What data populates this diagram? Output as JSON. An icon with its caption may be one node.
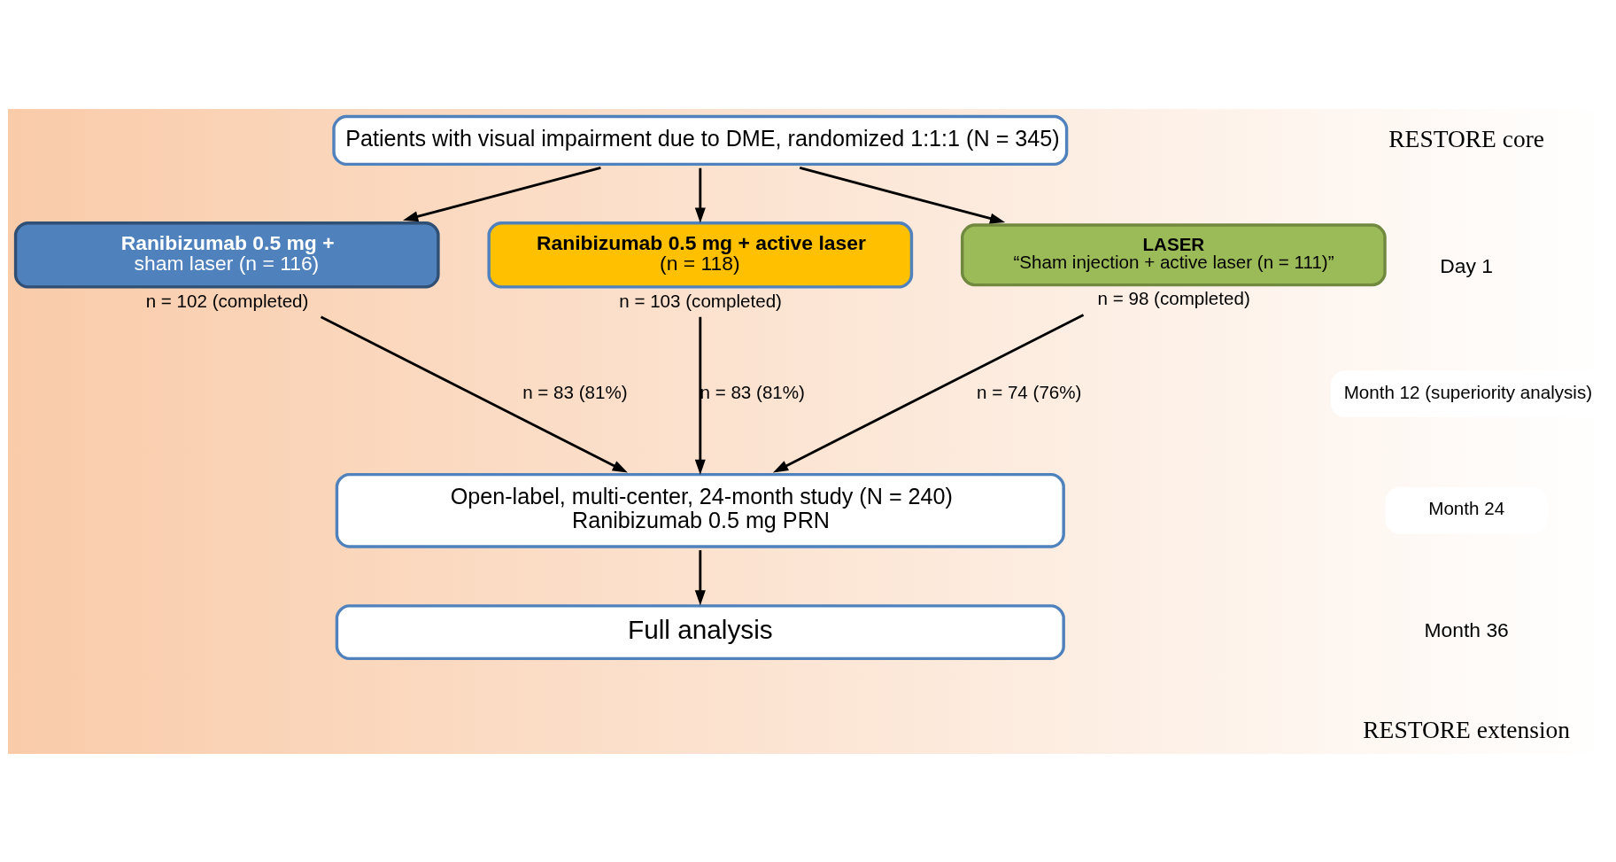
{
  "diagram": {
    "nodes": [
      {
        "text": [
          "Patients with visual impairment due to DME, randomized 1:1:1 (N = 345)"
        ]
      },
      {
        "text": [
          "Ranibizumab 0.5 mg +",
          "sham laser (n = 116)"
        ],
        "beside": [
          "n = 102 (completed)"
        ]
      },
      {
        "text": [
          "Ranibizumab 0.5 mg + active laser",
          "(n = 118)"
        ],
        "beside": [
          "n = 103 (completed)"
        ]
      },
      {
        "text": [
          "LASER",
          "“Sham injection + active laser (n = 111)”"
        ],
        "beside": [
          "n = 98 (completed)"
        ]
      },
      {
        "text": [
          "Open-label, multi-center, 24-month study (N = 240)",
          "Ranibizumab 0.5 mg PRN"
        ]
      },
      {
        "text": [
          "Full analysis"
        ]
      },
      {
        "text": [
          "Month 12 (superiority analysis)"
        ]
      },
      {
        "text": [
          "Month 24"
        ]
      }
    ],
    "edges": [
      {
        "from": 0,
        "to": 1,
        "arrow": "to"
      },
      {
        "from": 0,
        "to": 2,
        "arrow": "to"
      },
      {
        "from": 0,
        "to": 3,
        "arrow": "to"
      },
      {
        "from": 1,
        "to": 4,
        "arrow": "to",
        "label": "n = 83 (81%)"
      },
      {
        "from": 2,
        "to": 4,
        "arrow": "to",
        "label": "n = 83 (81%)"
      },
      {
        "from": 3,
        "to": 4,
        "arrow": "to",
        "label": "n = 74 (76%)"
      },
      {
        "from": 4,
        "to": 5,
        "arrow": "to"
      }
    ],
    "labels": [
      "RESTORE core",
      "Day 1",
      "Month 36",
      "RESTORE extension"
    ]
  }
}
